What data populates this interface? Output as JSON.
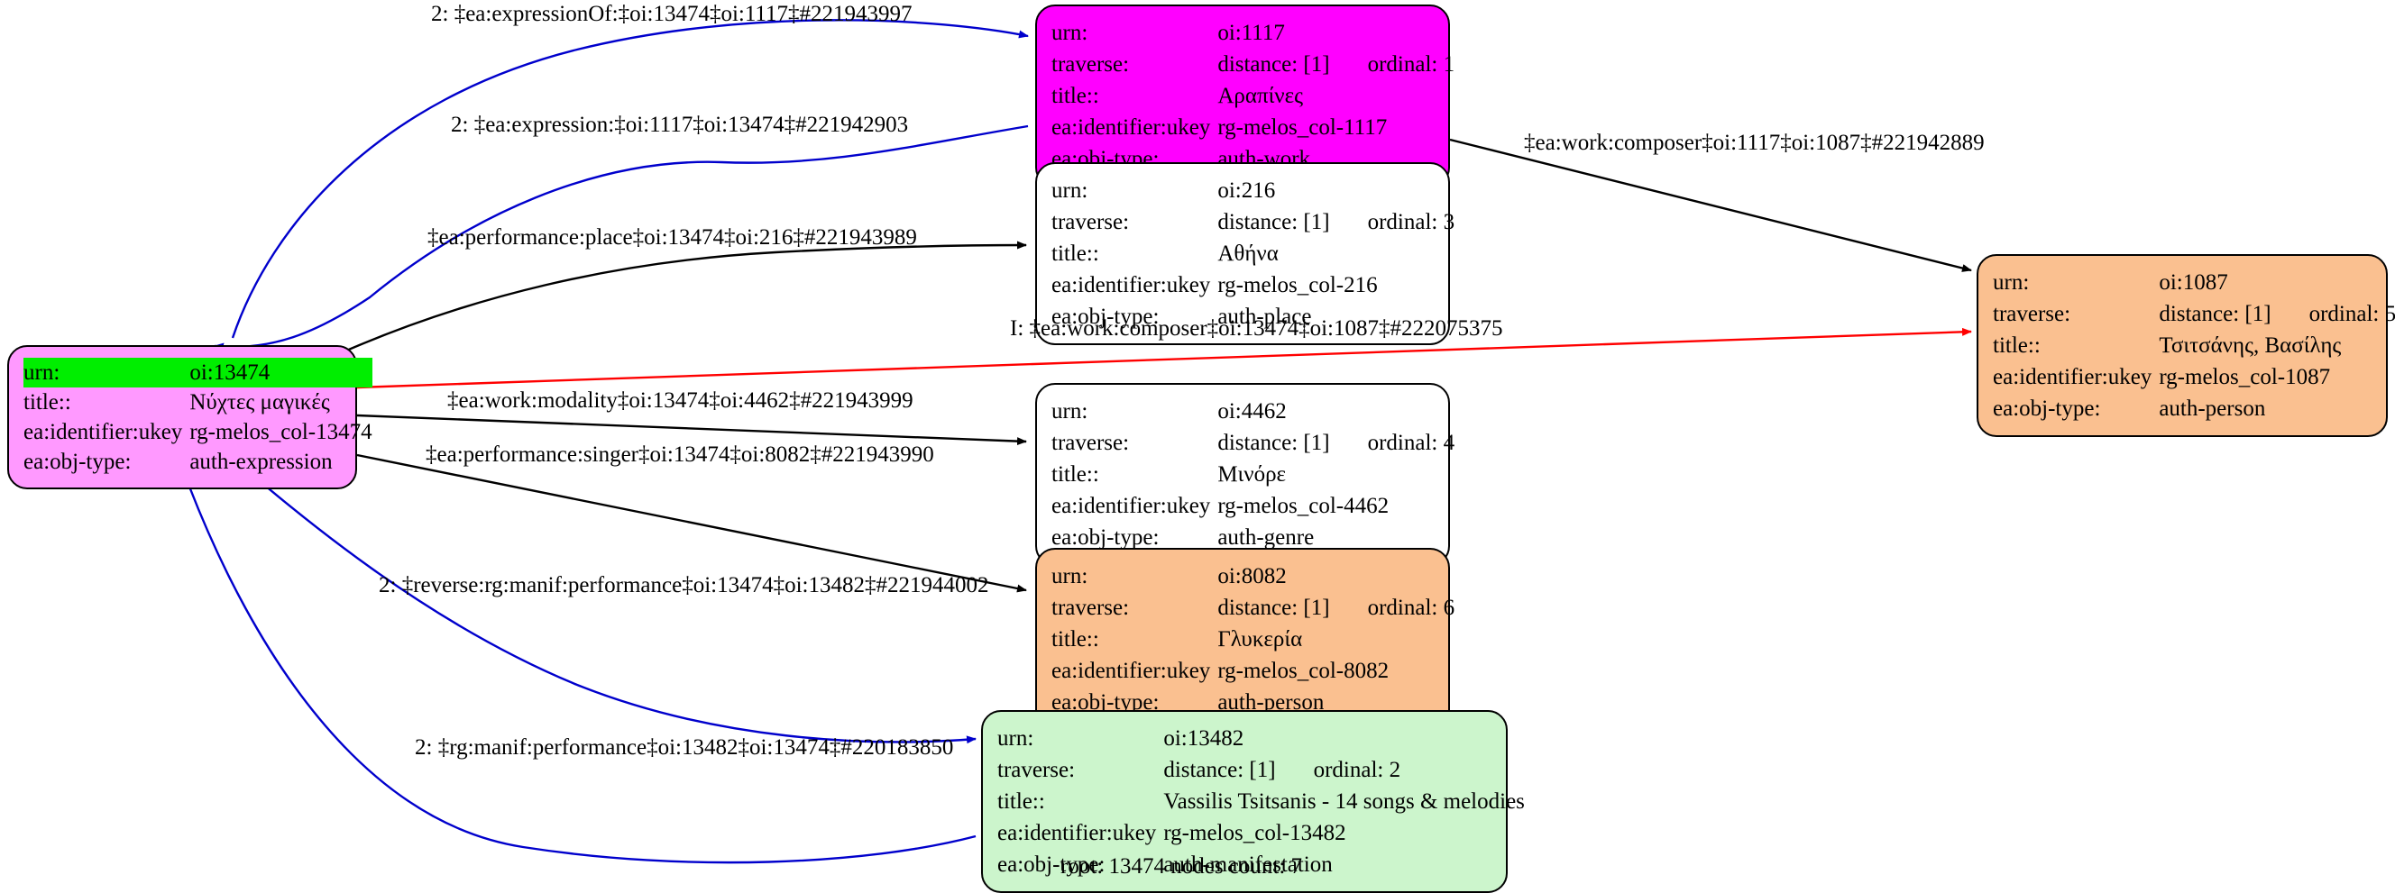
{
  "graph": {
    "caption": "root: 13474 nodes count: 7",
    "field_labels": {
      "urn": "urn:",
      "traverse": "traverse:",
      "title": "title::",
      "ukey": "ea:identifier:ukey",
      "objtype": "ea:obj-type:"
    },
    "colors": {
      "magenta": "#ff00ff",
      "root_pink": "#ff99ff",
      "highlight_green": "#00ee00",
      "orange": "#fac090",
      "light_green": "#ccf5cc",
      "white": "#ffffff",
      "edge_black": "#000000",
      "edge_blue": "#0000cc",
      "edge_red": "#ff0000"
    },
    "nodes": [
      {
        "id": "root",
        "urn": "oi:13474",
        "traverse": "",
        "title": "Νύχτες μαγικές",
        "ukey": "rg-melos_col-13474",
        "objtype": "auth-expression"
      },
      {
        "id": "n1117",
        "urn": "oi:1117",
        "distance": "distance: [1]",
        "ordinal": "ordinal: 1",
        "title": "Αραπίνες",
        "ukey": "rg-melos_col-1117",
        "objtype": "auth-work"
      },
      {
        "id": "n216",
        "urn": "oi:216",
        "distance": "distance: [1]",
        "ordinal": "ordinal: 3",
        "title": "Αθήνα",
        "ukey": "rg-melos_col-216",
        "objtype": "auth-place"
      },
      {
        "id": "n1087",
        "urn": "oi:1087",
        "distance": "distance: [1]",
        "ordinal": "ordinal: 5",
        "title": "Τσιτσάνης, Βασίλης",
        "ukey": "rg-melos_col-1087",
        "objtype": "auth-person"
      },
      {
        "id": "n4462",
        "urn": "oi:4462",
        "distance": "distance: [1]",
        "ordinal": "ordinal: 4",
        "title": "Μινόρε",
        "ukey": "rg-melos_col-4462",
        "objtype": "auth-genre"
      },
      {
        "id": "n8082",
        "urn": "oi:8082",
        "distance": "distance: [1]",
        "ordinal": "ordinal: 6",
        "title": "Γλυκερία",
        "ukey": "rg-melos_col-8082",
        "objtype": "auth-person"
      },
      {
        "id": "n13482",
        "urn": "oi:13482",
        "distance": "distance: [1]",
        "ordinal": "ordinal: 2",
        "title": "Vassilis Tsitsanis - 14 songs & melodies",
        "ukey": "rg-melos_col-13482",
        "objtype": "auth-manifestation"
      }
    ],
    "edges": [
      {
        "id": "e1",
        "label": "2: ‡ea:expressionOf:‡oi:13474‡oi:1117‡#221943997",
        "color": "#0000cc",
        "from": "root",
        "to": "n1117"
      },
      {
        "id": "e2",
        "label": "2: ‡ea:expression:‡oi:1117‡oi:13474‡#221942903",
        "color": "#0000cc",
        "from": "n1117",
        "to": "root"
      },
      {
        "id": "e3",
        "label": "‡ea:performance:place‡oi:13474‡oi:216‡#221943989",
        "color": "#000000",
        "from": "root",
        "to": "n216"
      },
      {
        "id": "e4",
        "label": "‡ea:work:composer‡oi:1117‡oi:1087‡#221942889",
        "color": "#000000",
        "from": "n1117",
        "to": "n1087"
      },
      {
        "id": "e5",
        "label": "I: ‡ea:work:composer‡oi:13474‡oi:1087‡#222075375",
        "color": "#ff0000",
        "from": "root",
        "to": "n1087"
      },
      {
        "id": "e6",
        "label": "‡ea:work:modality‡oi:13474‡oi:4462‡#221943999",
        "color": "#000000",
        "from": "root",
        "to": "n4462"
      },
      {
        "id": "e7",
        "label": "‡ea:performance:singer‡oi:13474‡oi:8082‡#221943990",
        "color": "#000000",
        "from": "root",
        "to": "n8082"
      },
      {
        "id": "e8",
        "label": "2: ‡reverse:rg:manif:performance‡oi:13474‡oi:13482‡#221944002",
        "color": "#0000cc",
        "from": "root",
        "to": "n13482"
      },
      {
        "id": "e9",
        "label": "2: ‡rg:manif:performance‡oi:13482‡oi:13474‡#220183850",
        "color": "#0000cc",
        "from": "n13482",
        "to": "root"
      }
    ]
  }
}
